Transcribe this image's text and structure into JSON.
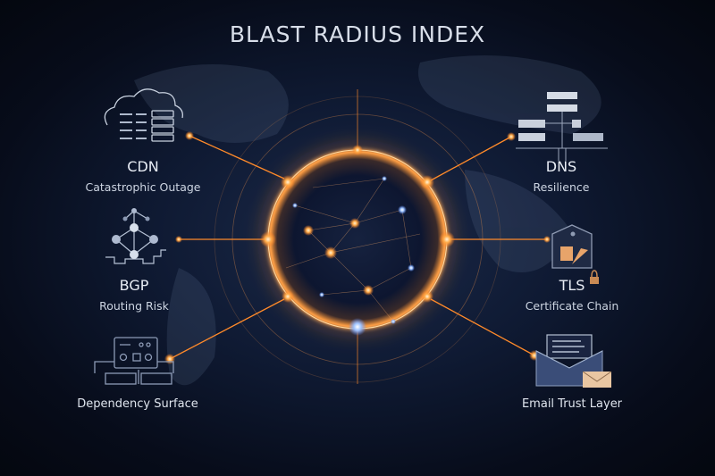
{
  "title": "BLAST RADIUS INDEX",
  "colors": {
    "accent": "#ff8a2a",
    "glow": "#ffb463",
    "background": "#0b1326",
    "icon": "#c9d2e0",
    "text": "#e6ebf3"
  },
  "nodes": [
    {
      "id": "cdn",
      "name": "CDN",
      "subtitle": "Catastrophic Outage",
      "icon": "cloud-server-icon",
      "side": "left"
    },
    {
      "id": "bgp",
      "name": "BGP",
      "subtitle": "Routing Risk",
      "icon": "network-topology-icon",
      "side": "left"
    },
    {
      "id": "dependency",
      "name": "",
      "subtitle": "Dependency Surface",
      "icon": "circuit-module-icon",
      "side": "left"
    },
    {
      "id": "dns",
      "name": "DNS",
      "subtitle": "Resilience",
      "icon": "server-rack-icon",
      "side": "right"
    },
    {
      "id": "tls",
      "name": "TLS",
      "subtitle": "Certificate Chain",
      "icon": "shield-certificate-icon",
      "side": "right"
    },
    {
      "id": "email",
      "name": "",
      "subtitle": "Email Trust Layer",
      "icon": "envelope-icon",
      "side": "right"
    }
  ],
  "center": {
    "label": "globe-network-core"
  }
}
